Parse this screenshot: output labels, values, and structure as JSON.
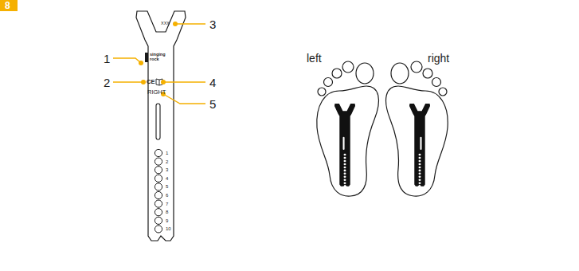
{
  "diagram": {
    "labels": [
      "8",
      "1",
      "2",
      "3",
      "4",
      "5",
      "singing rock",
      "XXX",
      "CE",
      "RIGHT",
      "1",
      "2",
      "3",
      "4",
      "5",
      "6",
      "7",
      "8",
      "9",
      "10",
      "left",
      "right"
    ]
  }
}
